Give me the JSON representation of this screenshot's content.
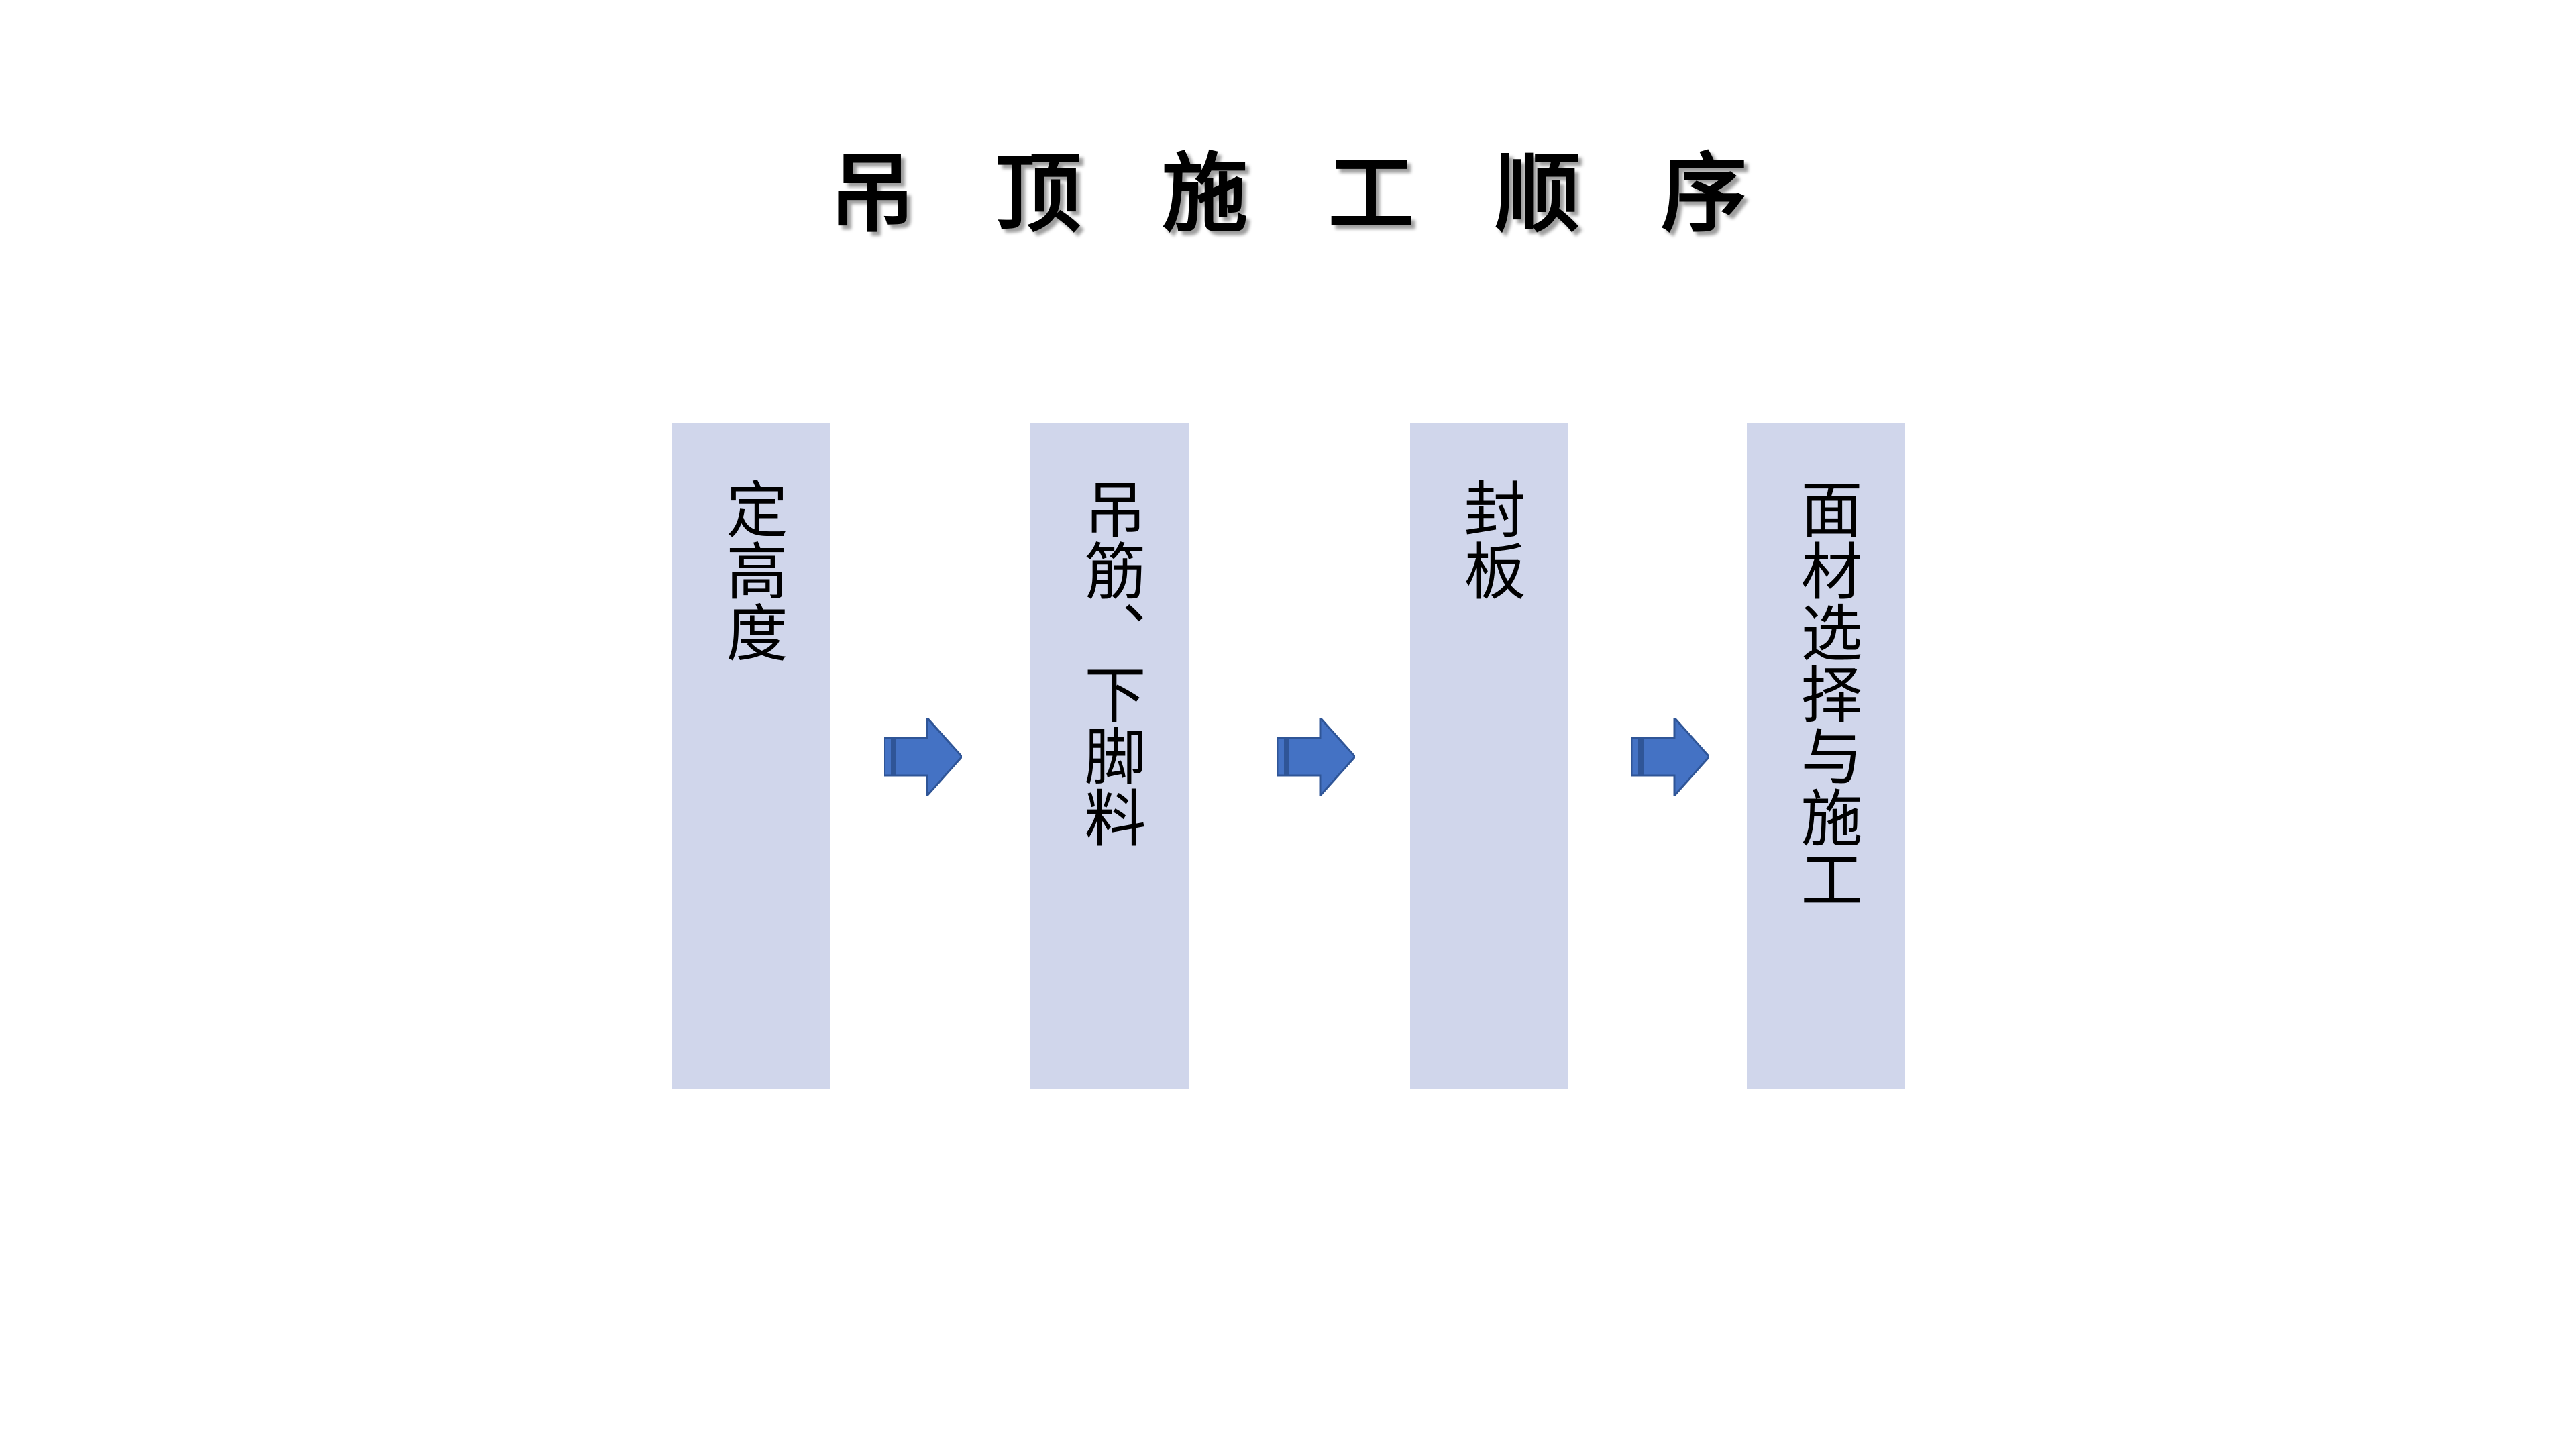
{
  "title": "吊顶施工顺序",
  "title_chars": [
    "吊",
    "顶",
    "施",
    "工",
    "顺",
    "序"
  ],
  "steps": [
    {
      "label": "定高度"
    },
    {
      "label": "吊筋、下脚料"
    },
    {
      "label": "封板"
    },
    {
      "label": "面材选择与施工"
    }
  ],
  "colors": {
    "box_fill": "#d0d6eb",
    "arrow_fill": "#4472c4",
    "arrow_dark": "#2f5597"
  },
  "arrow_icon": "right-arrow-icon"
}
